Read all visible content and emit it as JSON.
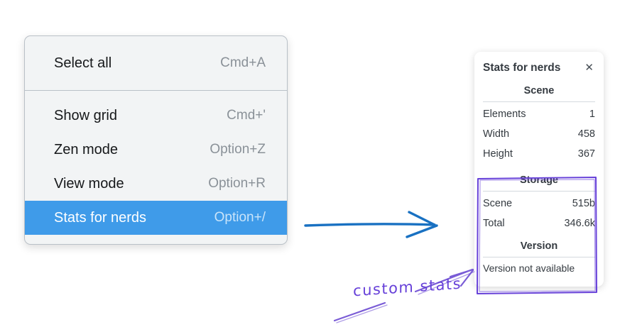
{
  "context_menu": {
    "items": [
      {
        "label": "Select all",
        "shortcut": "Cmd+A"
      },
      {
        "label": "Show grid",
        "shortcut": "Cmd+'"
      },
      {
        "label": "Zen mode",
        "shortcut": "Option+Z"
      },
      {
        "label": "View mode",
        "shortcut": "Option+R"
      },
      {
        "label": "Stats for nerds",
        "shortcut": "Option+/",
        "highlighted": true
      }
    ]
  },
  "stats_panel": {
    "title": "Stats for nerds",
    "close_glyph": "✕",
    "scene": {
      "heading": "Scene",
      "rows": [
        {
          "label": "Elements",
          "value": "1"
        },
        {
          "label": "Width",
          "value": "458"
        },
        {
          "label": "Height",
          "value": "367"
        }
      ]
    },
    "storage": {
      "heading": "Storage",
      "rows": [
        {
          "label": "Scene",
          "value": "515b"
        },
        {
          "label": "Total",
          "value": "346.6k"
        }
      ]
    },
    "version": {
      "heading": "Version",
      "note": "Version not available"
    }
  },
  "annotation": {
    "label": "custom stats"
  },
  "colors": {
    "menu_highlight": "#3f9be9",
    "arrow_blue": "#1971c2",
    "annotation_purple": "#6741d9",
    "annotation_arrow_purple": "#7a5cd6"
  }
}
